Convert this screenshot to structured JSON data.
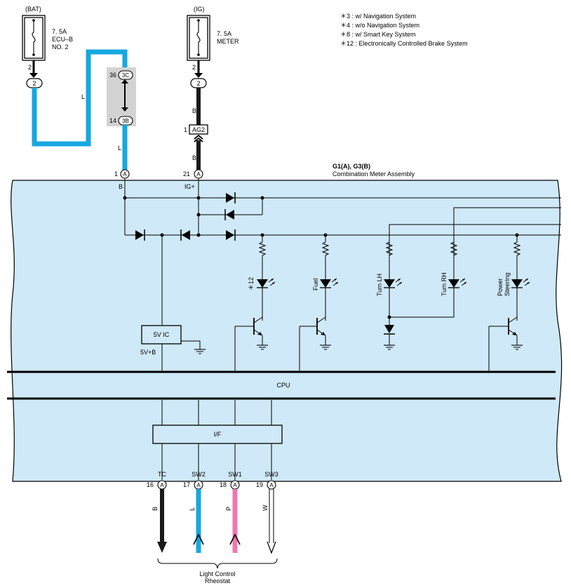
{
  "notes": [
    "＊3 : w/ Navigation System",
    "＊4 : w/o Navigation System",
    "＊8 : w/ Smart Key System",
    "＊12 : Electronically Controlled Brake System"
  ],
  "fuses": {
    "bat": {
      "source": "(BAT)",
      "rating": "7. 5A",
      "name_line1": "ECU–B",
      "name_line2": "NO. 2",
      "pin": "2",
      "connector": "2"
    },
    "ig": {
      "source": "(IG)",
      "rating": "7. 5A",
      "name_line1": "METER",
      "pin": "2",
      "connector": "2"
    }
  },
  "junction": {
    "top_pin": "36",
    "top_conn": "3C",
    "bottom_pin": "14",
    "bottom_conn": "3B"
  },
  "ag2": {
    "pin": "1",
    "label": "AG2"
  },
  "wire_colors": {
    "bat_upper": "L",
    "bat_lower": "L",
    "ig_upper": "B",
    "ig_lower": "B"
  },
  "assembly": {
    "title_line1": "G1(A), G3(B)",
    "title_line2": "Combination Meter Assembly",
    "pin_b_num": "1",
    "pin_b_conn": "A",
    "pin_b_label": "B",
    "pin_ig_num": "21",
    "pin_ig_conn": "A",
    "pin_ig_label": "IG+"
  },
  "leds": {
    "brake": "＊12",
    "fuel": "Fuel",
    "turn_lh": "Turn LH",
    "turn_rh": "Turn RH",
    "power_steering_line1": "Power",
    "power_steering_line2": "Steering"
  },
  "ic": {
    "label": "5V IC",
    "output": "5V+B"
  },
  "cpu": "CPU",
  "interface": "I/F",
  "outputs": [
    {
      "name": "TC",
      "pin": "16",
      "conn": "A",
      "wire": "B"
    },
    {
      "name": "SW2",
      "pin": "17",
      "conn": "A",
      "wire": "L"
    },
    {
      "name": "SW1",
      "pin": "18",
      "conn": "A",
      "wire": "P"
    },
    {
      "name": "SW3",
      "pin": "19",
      "conn": "A",
      "wire": "W"
    }
  ],
  "rheostat_line1": "Light Control",
  "rheostat_line2": "Rheostat",
  "colors": {
    "panel": "#cfe9f8",
    "wire_blue": "#16a8e0",
    "wire_pink": "#ee78b0",
    "wire_black": "#1a1a1a",
    "junction_grey": "#d3d3d3"
  }
}
